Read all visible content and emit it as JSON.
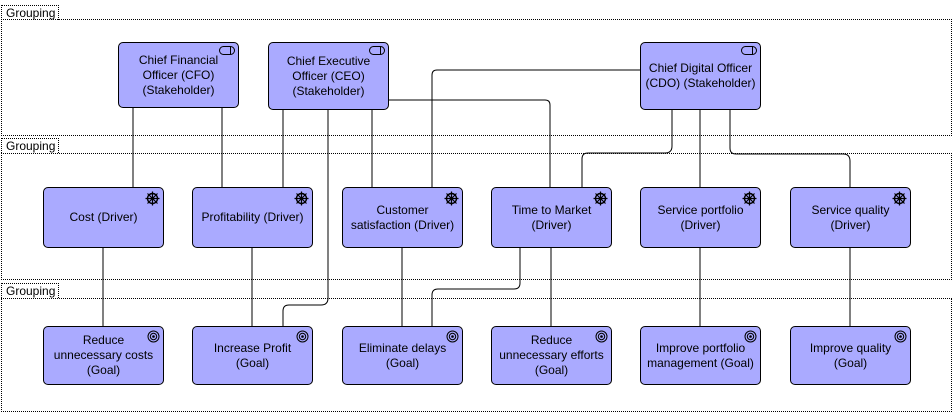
{
  "groupings": [
    {
      "id": "g1",
      "label": "Grouping"
    },
    {
      "id": "g2",
      "label": "Grouping"
    },
    {
      "id": "g3",
      "label": "Grouping"
    }
  ],
  "stakeholders": [
    {
      "id": "cfo",
      "label": "Chief Financial Officer (CFO) (Stakeholder)",
      "icon": "stakeholder-icon"
    },
    {
      "id": "ceo",
      "label": "Chief Executive Officer (CEO) (Stakeholder)",
      "icon": "stakeholder-icon"
    },
    {
      "id": "cdo",
      "label": "Chief Digital Officer (CDO) (Stakeholder)",
      "icon": "stakeholder-icon"
    }
  ],
  "drivers": [
    {
      "id": "cost",
      "label": "Cost (Driver)",
      "icon": "driver-icon"
    },
    {
      "id": "profit",
      "label": "Profitability (Driver)",
      "icon": "driver-icon"
    },
    {
      "id": "custsat",
      "label": "Customer satisfaction (Driver)",
      "icon": "driver-icon"
    },
    {
      "id": "ttm",
      "label": "Time to Market (Driver)",
      "icon": "driver-icon"
    },
    {
      "id": "portfolio",
      "label": "Service portfolio (Driver)",
      "icon": "driver-icon"
    },
    {
      "id": "quality",
      "label": "Service quality (Driver)",
      "icon": "driver-icon"
    }
  ],
  "goals": [
    {
      "id": "g_cost",
      "label": "Reduce unnecessary costs (Goal)",
      "icon": "goal-icon"
    },
    {
      "id": "g_profit",
      "label": "Increase Profit (Goal)",
      "icon": "goal-icon"
    },
    {
      "id": "g_delay",
      "label": "Eliminate delays (Goal)",
      "icon": "goal-icon"
    },
    {
      "id": "g_effort",
      "label": "Reduce unnecessary efforts (Goal)",
      "icon": "goal-icon"
    },
    {
      "id": "g_portfolio",
      "label": "Improve portfolio management (Goal)",
      "icon": "goal-icon"
    },
    {
      "id": "g_quality",
      "label": "Improve quality (Goal)",
      "icon": "goal-icon"
    }
  ],
  "relationships": [
    {
      "from": "cfo",
      "to": "cost"
    },
    {
      "from": "cfo",
      "to": "profit"
    },
    {
      "from": "ceo",
      "to": "profit"
    },
    {
      "from": "ceo",
      "to": "custsat"
    },
    {
      "from": "ceo",
      "to": "ttm"
    },
    {
      "from": "ceo",
      "to": "g_profit"
    },
    {
      "from": "cdo",
      "to": "custsat"
    },
    {
      "from": "cdo",
      "to": "ttm"
    },
    {
      "from": "cdo",
      "to": "portfolio"
    },
    {
      "from": "cdo",
      "to": "quality"
    },
    {
      "from": "cost",
      "to": "g_cost"
    },
    {
      "from": "profit",
      "to": "g_profit"
    },
    {
      "from": "custsat",
      "to": "g_delay"
    },
    {
      "from": "ttm",
      "to": "g_delay"
    },
    {
      "from": "ttm",
      "to": "g_effort"
    },
    {
      "from": "portfolio",
      "to": "g_portfolio"
    },
    {
      "from": "quality",
      "to": "g_quality"
    }
  ]
}
